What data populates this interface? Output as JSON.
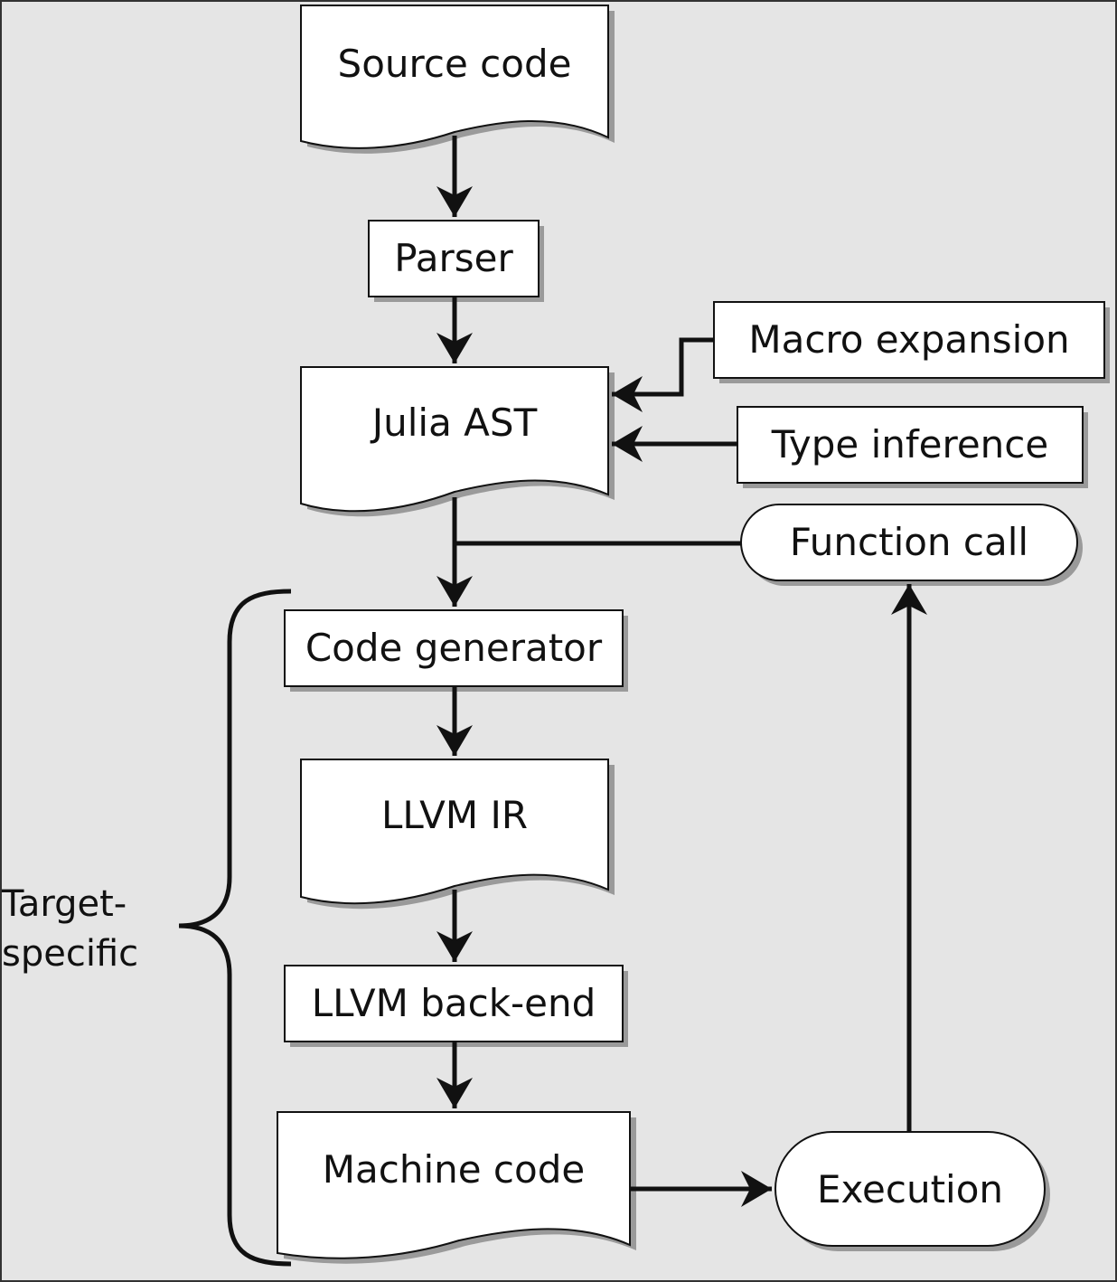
{
  "diagram": {
    "nodes": {
      "source_code": "Source code",
      "parser": "Parser",
      "julia_ast": "Julia AST",
      "macro_expansion": "Macro expansion",
      "type_inference": "Type inference",
      "function_call": "Function call",
      "code_generator": "Code generator",
      "llvm_ir": "LLVM IR",
      "llvm_back_end": "LLVM back-end",
      "machine_code": "Machine code",
      "execution": "Execution"
    },
    "brace_label": {
      "line1": "Target-",
      "line2": "specific"
    }
  },
  "colors": {
    "background": "#e5e5e5",
    "node_fill": "#ffffff",
    "stroke": "#111111",
    "shadow": "#9a9a9a"
  }
}
